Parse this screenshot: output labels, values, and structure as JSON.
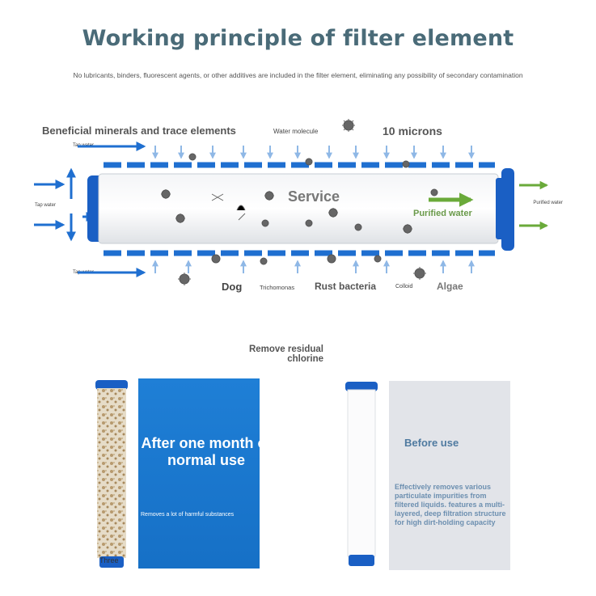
{
  "title": "Working principle of filter element",
  "subtitle": "No lubricants, binders, fluorescent agents, or other additives are included in the filter element, eliminating any possibility of secondary contamination",
  "diagram": {
    "top_label": "Beneficial minerals and trace elements",
    "water_molecule": "Water molecule",
    "microns": "10 microns",
    "tap_water_top": "Tap water",
    "tap_water_left": "Tap water",
    "tap_water_bottom": "Tap water",
    "service": "Service",
    "purified_inside": "Purified water",
    "purified_out": "Purified water",
    "dog": "Dog",
    "trichomonas": "Trichomonas",
    "rust": "Rust bacteria",
    "colloid": "Colloid",
    "algae": "Algae"
  },
  "comparison": {
    "chlorine": "Remove residual chlorine",
    "after_title": "After one month of normal use",
    "after_note": "Removes a lot of harmful substances",
    "three": "Three",
    "before_title": "Before use",
    "before_desc": "Effectively removes various particulate impurities from filtered liquids. features a multi-layered, deep filtration structure for high dirt-holding capacity"
  },
  "colors": {
    "title": "#4a6b78",
    "arrow_blue": "#1f6fd0",
    "arrow_green": "#6aaa3a",
    "cap_blue": "#1a5fc4",
    "after_panel": "#1a75cc",
    "before_panel": "#e2e4e9"
  }
}
